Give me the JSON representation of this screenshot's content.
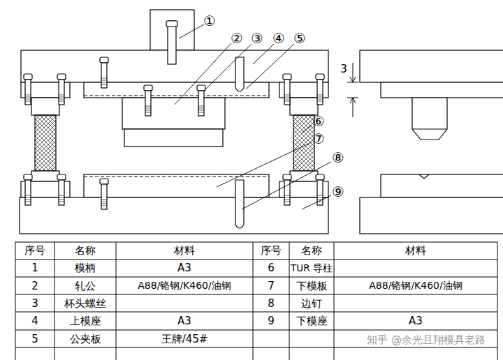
{
  "diagram": {
    "labels": [
      "①",
      "②",
      "③",
      "④",
      "⑤",
      "⑥",
      "⑦",
      "⑧",
      "⑨",
      "3",
      "序号",
      "名称",
      "材料",
      "序号",
      "名称",
      "材料",
      "1",
      "模柄",
      "A3",
      "6",
      "TUR 导柱",
      "2",
      "轧公",
      "A88/铬钢/K460/油钢",
      "7",
      "下模板",
      "A88/铬钢/K460/油钢",
      "3",
      "杯头螺丝",
      "8",
      "边钉",
      "4",
      "上模座",
      "A3",
      "9",
      "下模座",
      "A3",
      "5",
      "公夹板",
      "王牌/45#",
      "知乎 @余光且翔模具老路"
    ]
  }
}
